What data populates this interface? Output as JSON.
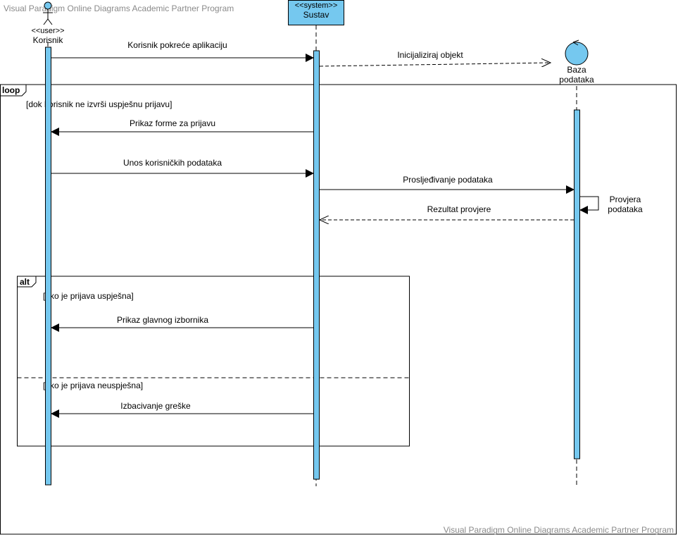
{
  "watermark_top": "Visual Paradigm Online Diagrams Academic Partner Program",
  "watermark_bottom": "Visual Paradigm Online Diagrams Academic Partner Program",
  "colors": {
    "fill": "#75c8ef",
    "stroke": "#000000",
    "watermark": "#8a8a8a"
  },
  "participants": {
    "user": {
      "stereotype": "<<user>>",
      "name": "Korisnik"
    },
    "system": {
      "stereotype": "<<system>>",
      "name": "Sustav"
    },
    "db": {
      "name_line1": "Baza",
      "name_line2": "podataka"
    }
  },
  "messages": {
    "m1": "Korisnik pokreće aplikaciju",
    "m2": "Inicijaliziraj objekt",
    "m3": "Prikaz forme za prijavu",
    "m4": "Unos korisničkih podataka",
    "m5": "Prosljeđivanje podataka",
    "m6_line1": "Provjera",
    "m6_line2": "podataka",
    "m7": "Rezultat provjere",
    "m8": "Prikaz glavnog izbornika",
    "m9": "Izbacivanje greške"
  },
  "fragments": {
    "loop": {
      "operator": "loop",
      "guard": "[dok korisnik ne izvrši uspješnu prijavu]"
    },
    "alt": {
      "operator": "alt",
      "guard1": "[ako je prijava uspješna]",
      "guard2": "[ako je prijava neuspješna]"
    }
  }
}
